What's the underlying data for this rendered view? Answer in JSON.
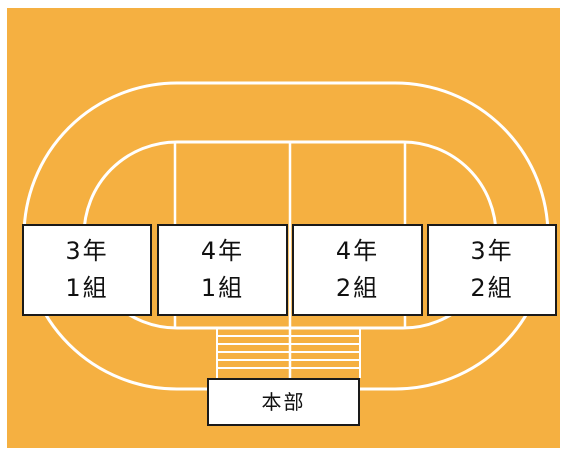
{
  "colors": {
    "background": "#F5B041",
    "lines": "#FFFFFF",
    "box_fill": "#FFFFFF",
    "box_border": "#1A1A1A"
  },
  "seats": [
    {
      "line1": "3年",
      "line2": "1組"
    },
    {
      "line1": "4年",
      "line2": "1組"
    },
    {
      "line1": "4年",
      "line2": "2組"
    },
    {
      "line1": "3年",
      "line2": "2組"
    }
  ],
  "headquarters": {
    "label": "本部"
  }
}
